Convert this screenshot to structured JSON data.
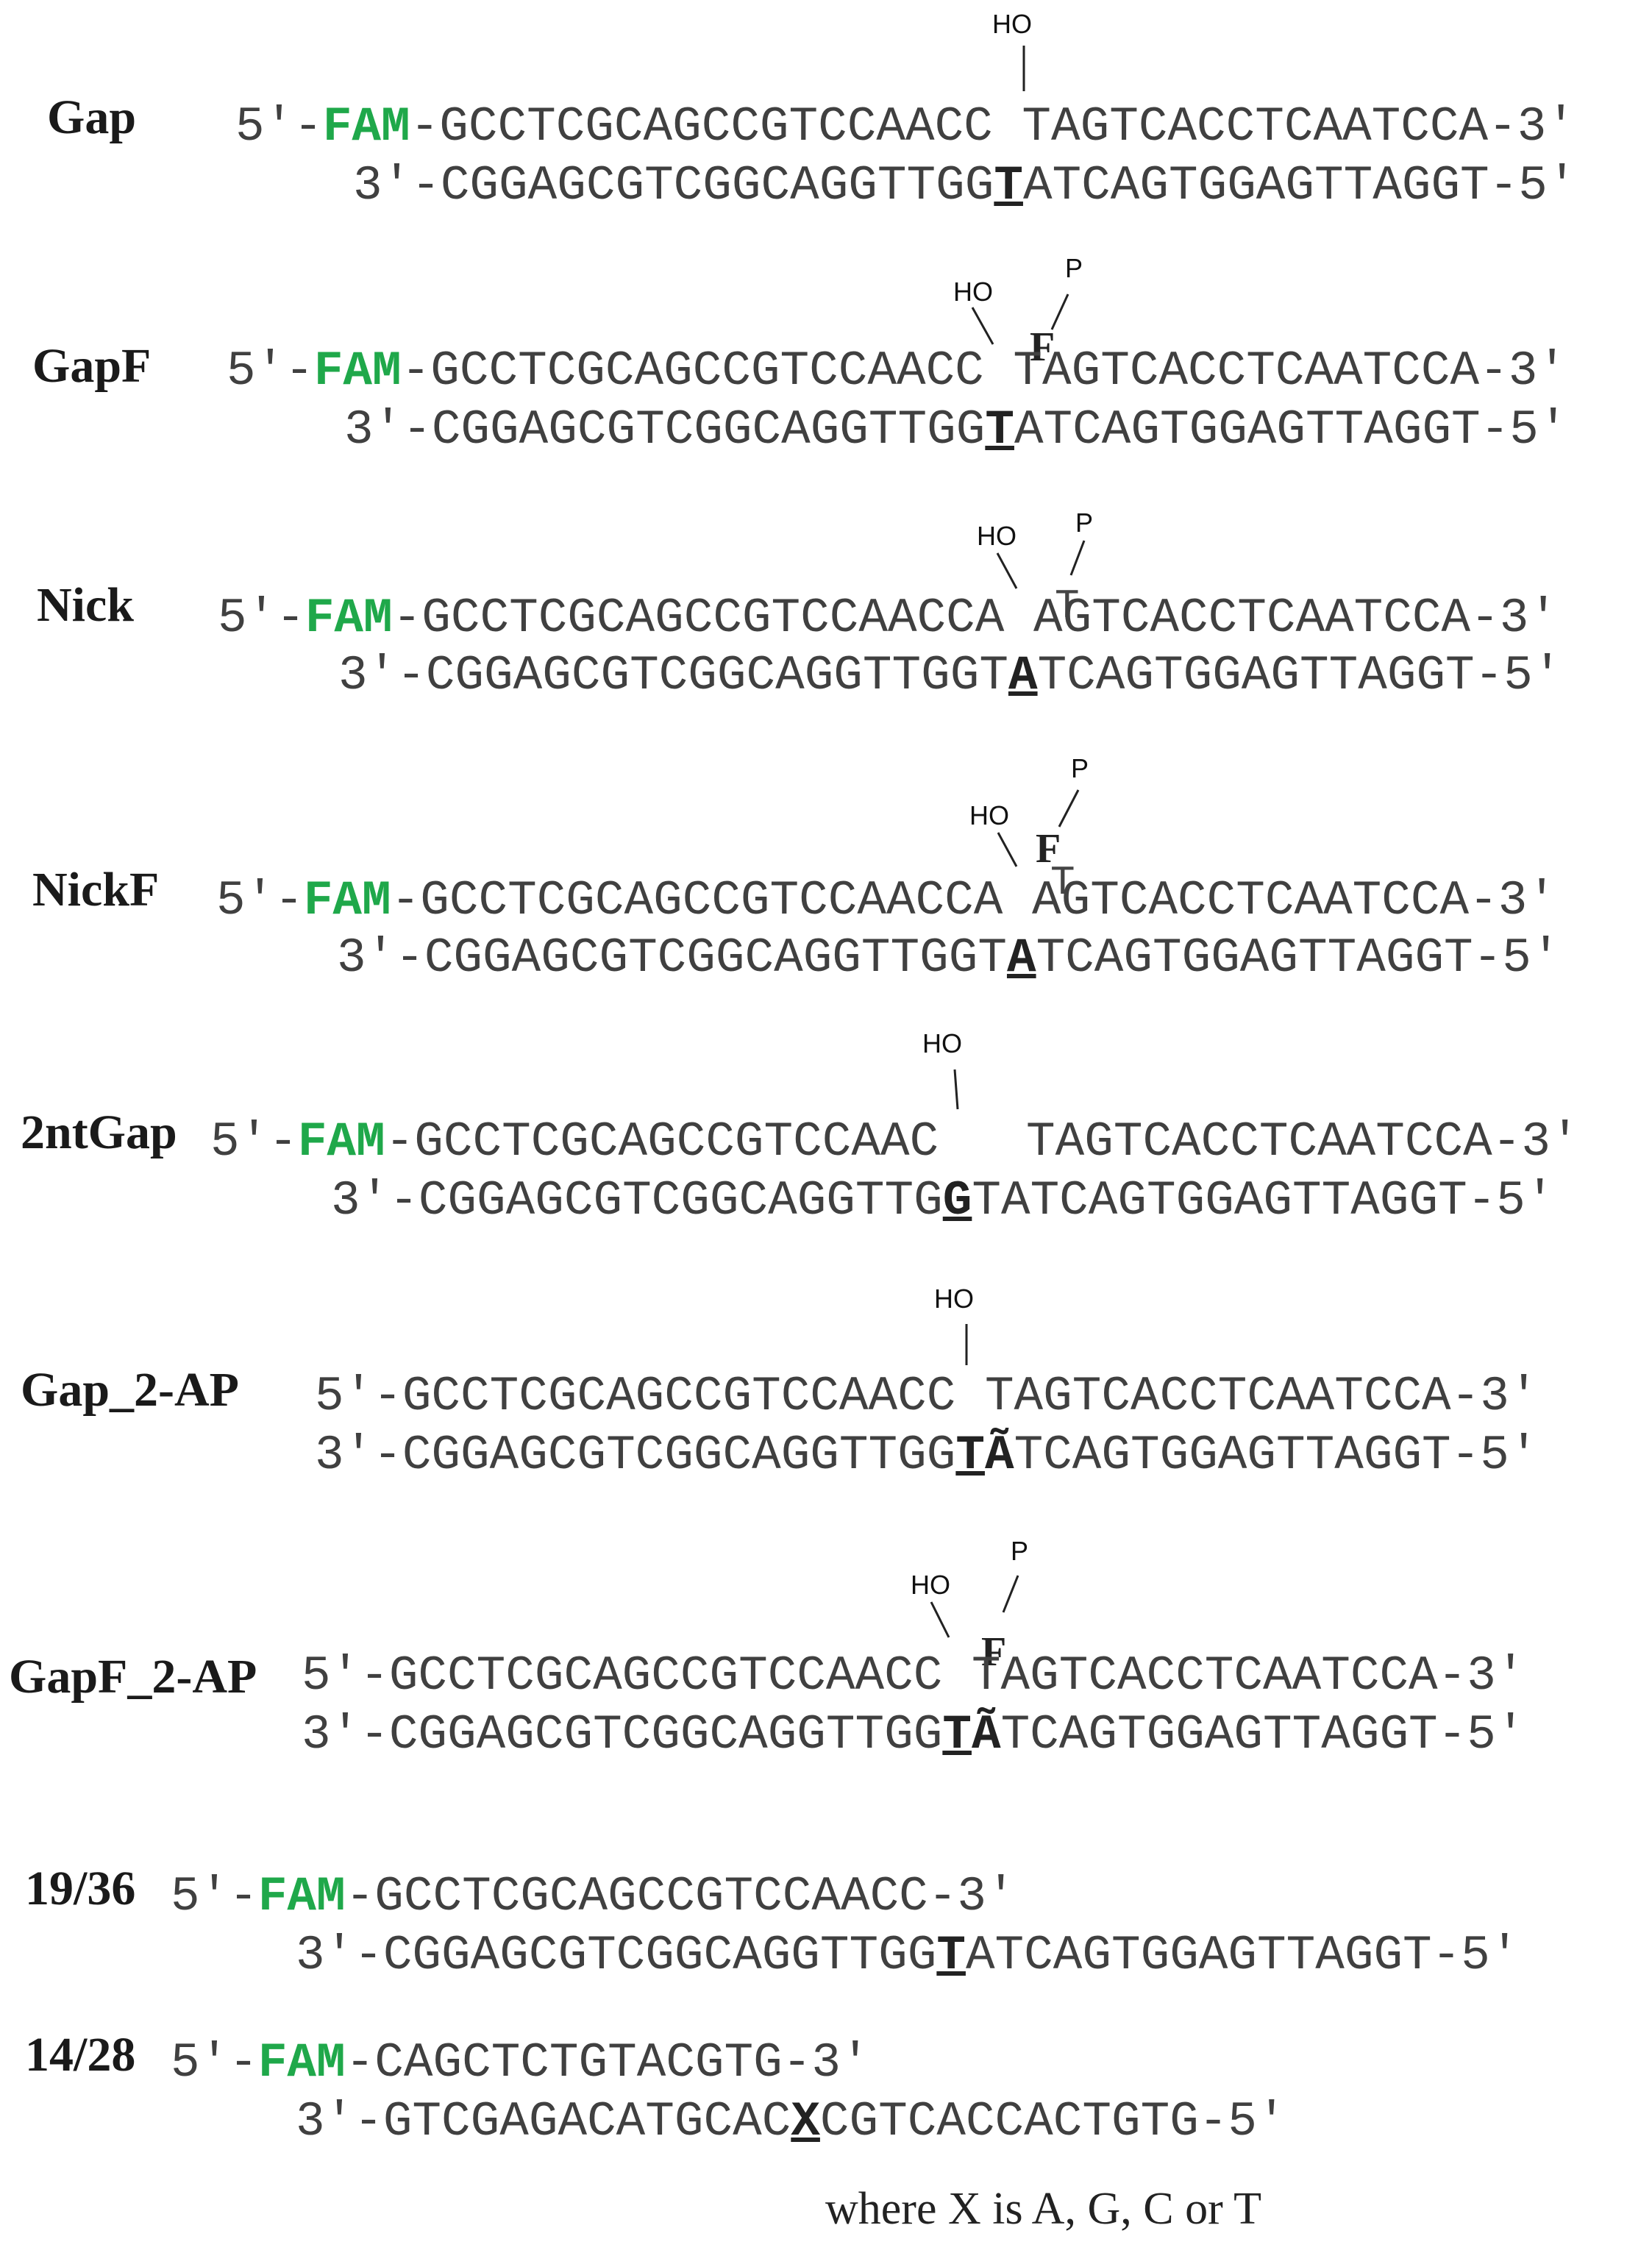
{
  "constructs": [
    {
      "name": "Gap",
      "top": {
        "prefix": "5'-",
        "fam": "FAM",
        "left": "-GCCTCGCAGCCGTCCAACC",
        "right": "TAGTCACCTCAATCCA-3'"
      },
      "bottom": {
        "pre": "3'-CGGAGCGTCGGCAGGTTGG",
        "mark": "T",
        "post": "ATCAGTGGAGTTAGGT-5'"
      },
      "ho": "HO"
    },
    {
      "name": "GapF",
      "top": {
        "prefix": "5'-",
        "fam": "FAM",
        "left": "-GCCTCGCAGCCGTCCAACC",
        "right": "TAGTCACCTCAATCCA-3'"
      },
      "bottom": {
        "pre": "3'-CGGAGCGTCGGCAGGTTGG",
        "mark": "T",
        "post": "ATCAGTGGAGTTAGGT-5'"
      },
      "ho": "HO",
      "p": "P",
      "f": "F"
    },
    {
      "name": "Nick",
      "top": {
        "prefix": "5'-",
        "fam": "FAM",
        "left": "-GCCTCGCAGCCGTCCAACCA",
        "right": "AGTCACCTCAATCCA-3'"
      },
      "bottom": {
        "pre": "3'-CGGAGCGTCGGCAGGTTGGT",
        "mark": "A",
        "post": "TCAGTGGAGTTAGGT-5'"
      },
      "ho": "HO",
      "p": "P",
      "t": "T"
    },
    {
      "name": "NickF",
      "top": {
        "prefix": "5'-",
        "fam": "FAM",
        "left": "-GCCTCGCAGCCGTCCAACCA",
        "right": "AGTCACCTCAATCCA-3'"
      },
      "bottom": {
        "pre": "3'-CGGAGCGTCGGCAGGTTGGT",
        "mark": "A",
        "post": "TCAGTGGAGTTAGGT-5'"
      },
      "ho": "HO",
      "p": "P",
      "f": "F",
      "t": "T"
    },
    {
      "name": "2ntGap",
      "top": {
        "prefix": "5'-",
        "fam": "FAM",
        "left": "-GCCTCGCAGCCGTCCAAC",
        "right": "TAGTCACCTCAATCCA-3'"
      },
      "bottom": {
        "pre": "3'-CGGAGCGTCGGCAGGTTG",
        "mark": "G",
        "post": "TATCAGTGGAGTTAGGT-5'"
      },
      "ho": "HO"
    },
    {
      "name": "Gap_2-AP",
      "top": {
        "left": "5'-GCCTCGCAGCCGTCCAACC",
        "right": "TAGTCACCTCAATCCA-3'"
      },
      "bottom": {
        "pre": "3'-CGGAGCGTCGGCAGGTTGG",
        "mark": "T",
        "bold": "Ã",
        "post": "TCAGTGGAGTTAGGT-5'"
      },
      "ho": "HO"
    },
    {
      "name": "GapF_2-AP",
      "top": {
        "left": "5'-GCCTCGCAGCCGTCCAACC",
        "right": "TAGTCACCTCAATCCA-3'"
      },
      "bottom": {
        "pre": "3'-CGGAGCGTCGGCAGGTTGG",
        "mark": "T",
        "bold": "Ã",
        "post": "TCAGTGGAGTTAGGT-5'"
      },
      "ho": "HO",
      "p": "P",
      "f": "F"
    },
    {
      "name": "19/36",
      "top": {
        "prefix": "5'-",
        "fam": "FAM",
        "left": "-GCCTCGCAGCCGTCCAACC-3'"
      },
      "bottom": {
        "pre": "3'-CGGAGCGTCGGCAGGTTGG",
        "mark": "T",
        "post": "ATCAGTGGAGTTAGGT-5'"
      }
    },
    {
      "name": "14/28",
      "top": {
        "prefix": "5'-",
        "fam": "FAM",
        "left": "-CAGCTCTGTACGTG-3'"
      },
      "bottom": {
        "pre": "3'-GTCGAGACATGCAC",
        "mark": "X",
        "post": "CGTCACCACTGTG-5'"
      }
    }
  ],
  "footnote": "where X is A, G, C or T"
}
